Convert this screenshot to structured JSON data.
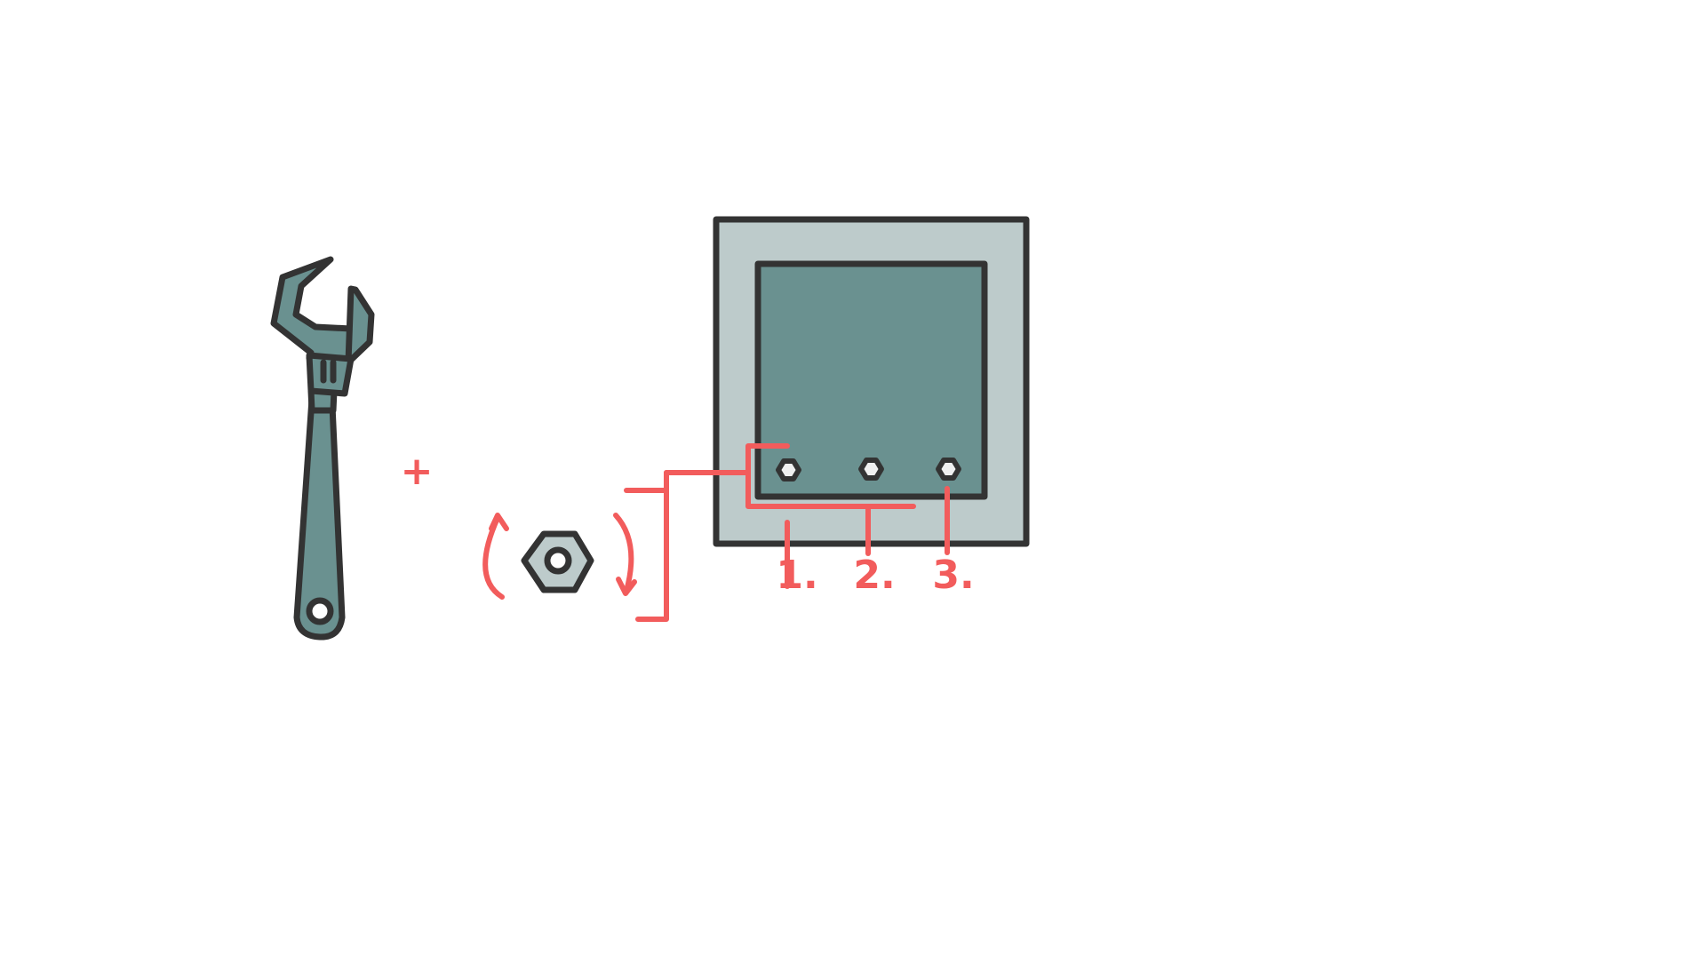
{
  "diagram": {
    "step_labels": [
      "1.",
      "2.",
      "3."
    ],
    "plus_symbol": "+",
    "icons": {
      "wrench": "adjustable-wrench-icon",
      "nut": "hex-nut-icon",
      "panel": "mounting-panel-icon",
      "bolt": "hex-bolt-icon",
      "rotate": "rotation-arrow-icon"
    },
    "colors": {
      "outline": "#333333",
      "accent": "#f25c5c",
      "tool_fill": "#6a9190",
      "panel_frame": "#bdcbcb",
      "panel_inner": "#6a9190",
      "nut_fill": "#bdcbcb",
      "bolt_fill": "#f0f0f0",
      "background": "#ffffff"
    }
  }
}
